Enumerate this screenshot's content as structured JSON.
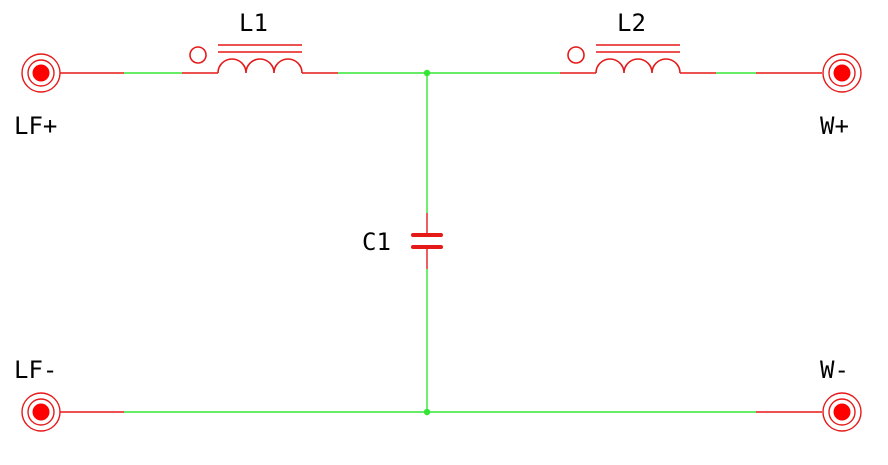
{
  "colors": {
    "wire": "#33e633",
    "component": "#e61919",
    "terminal": "#ff0000",
    "node": "#33e633",
    "text": "#000000"
  },
  "labels": {
    "l1": "L1",
    "l2": "L2",
    "c1": "C1",
    "lf_plus": "LF+",
    "lf_minus": "LF-",
    "w_plus": "W+",
    "w_minus": "W-"
  }
}
